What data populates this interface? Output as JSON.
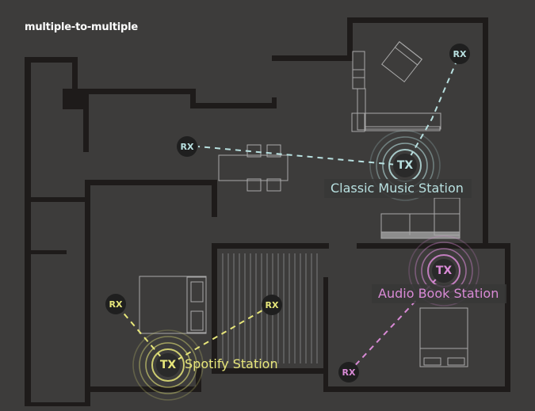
{
  "title": "multiple-to-multiple",
  "colors": {
    "background": "#3d3c3b",
    "wall": "#1e1b1a",
    "furniture": "#a9a9a9",
    "classic": "#b8e0e0",
    "audiobook": "#d98ad6",
    "spotify": "#e7e67a"
  },
  "stations": [
    {
      "id": "classic",
      "name": "Classic Music Station",
      "tx_label": "TX",
      "rx_label": "RX",
      "receivers": 2
    },
    {
      "id": "audiobook",
      "name": "Audio Book Station",
      "tx_label": "TX",
      "rx_label": "RX",
      "receivers": 1
    },
    {
      "id": "spotify",
      "name": "Spotify Station",
      "tx_label": "TX",
      "rx_label": "RX",
      "receivers": 2
    }
  ]
}
